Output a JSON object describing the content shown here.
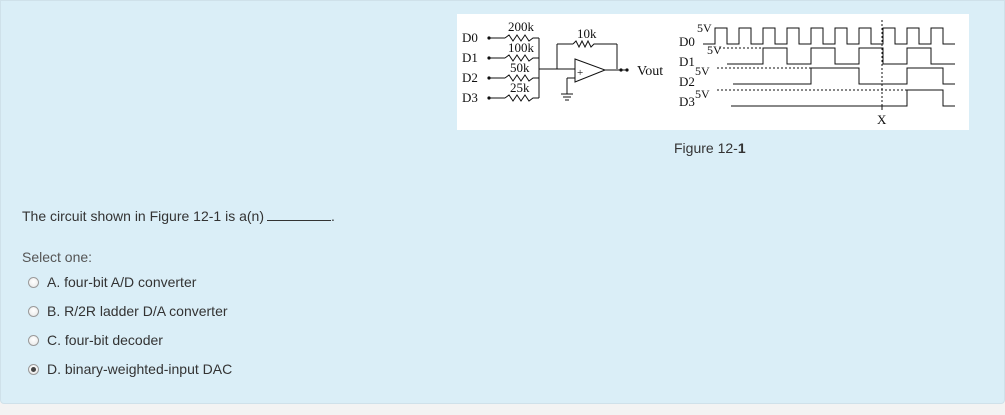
{
  "figure": {
    "caption_prefix": "Figure 12-",
    "caption_number": "1",
    "inputs": [
      "D0",
      "D1",
      "D2",
      "D3"
    ],
    "resistors": [
      "200k",
      "100k",
      "50k",
      "25k"
    ],
    "feedback_resistor": "10k",
    "opamp_plus": "+",
    "output_label": "Vout",
    "wave_labels": [
      "D0",
      "D1",
      "D2",
      "D3"
    ],
    "wave_levels": [
      "5V",
      "5V",
      "5V",
      "5V"
    ],
    "marker_label": "X"
  },
  "question": {
    "text": "The circuit shown in Figure 12-1 is a(n)",
    "blank_suffix": "."
  },
  "select_label": "Select one:",
  "options": [
    {
      "label": "A. four-bit A/D converter",
      "checked": false
    },
    {
      "label": "B. R/2R ladder D/A converter",
      "checked": false
    },
    {
      "label": "C. four-bit decoder",
      "checked": false
    },
    {
      "label": "D. binary-weighted-input DAC",
      "checked": true
    }
  ]
}
